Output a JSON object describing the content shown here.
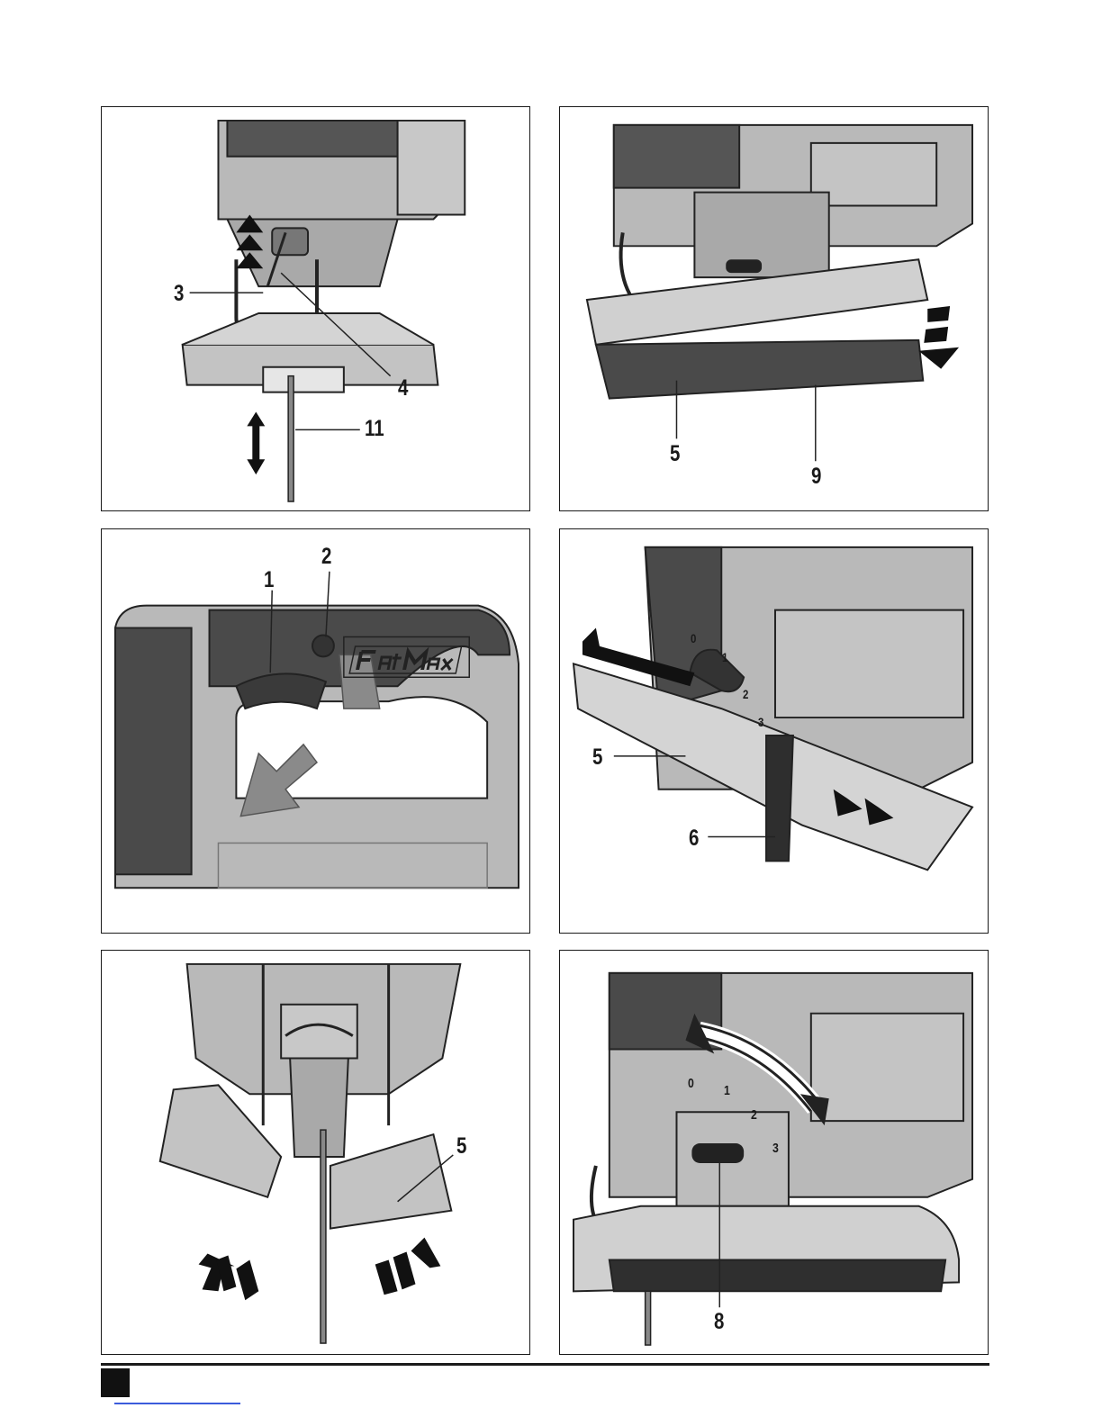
{
  "figures": [
    {
      "id": "fig-1",
      "callouts": [
        "3",
        "4",
        "11"
      ]
    },
    {
      "id": "fig-2",
      "callouts": [
        "5",
        "9"
      ]
    },
    {
      "id": "fig-3",
      "callouts": [
        "1",
        "2"
      ],
      "brand_logo": "FatMax"
    },
    {
      "id": "fig-4",
      "callouts": [
        "5",
        "6"
      ]
    },
    {
      "id": "fig-5",
      "callouts": [
        "5"
      ]
    },
    {
      "id": "fig-6",
      "callouts": [
        "8"
      ]
    }
  ],
  "scales": {
    "pendulum": [
      "0",
      "1",
      "2",
      "3"
    ]
  },
  "colors": {
    "body": "#b9b9b9",
    "dark": "#4a4a4a",
    "outline": "#222222",
    "arrow": "#1a1a1a",
    "arrow_grey": "#8a8a8a"
  }
}
